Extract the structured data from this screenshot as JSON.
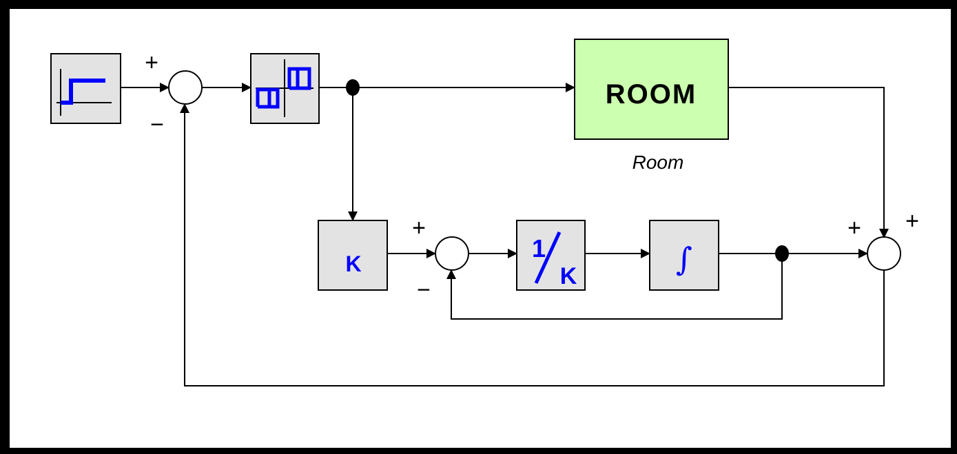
{
  "blocks": {
    "plant": {
      "label": "ROOM",
      "caption": "Room"
    },
    "gain": {
      "label": "K"
    },
    "inverse_gain": {
      "numerator": "1",
      "denominator": "K"
    },
    "integrator": {
      "symbol": "∫"
    }
  },
  "signs": {
    "sum1_top": "+",
    "sum1_bottom": "−",
    "sum2_top": "+",
    "sum2_bottom": "−",
    "sum3_left": "+",
    "sum3_right": "+"
  },
  "colors": {
    "block_fill": "#e3e3e3",
    "plant_fill": "#ccffb0",
    "icon_blue": "#0000ff",
    "frame_border": "#000000",
    "background": "#ffffff"
  },
  "icons": {
    "step_source": "step-icon",
    "hysteresis_relay": "relay-hysteresis-icon",
    "integrator": "integral-icon"
  }
}
